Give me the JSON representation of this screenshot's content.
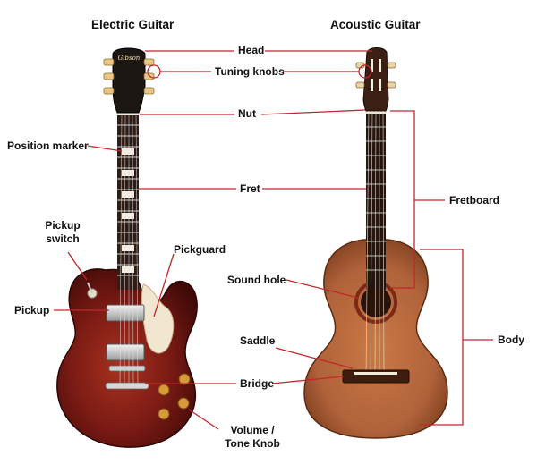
{
  "titles": {
    "electric": "Electric Guitar",
    "acoustic": "Acoustic Guitar"
  },
  "labels": {
    "head": "Head",
    "tuning_knobs": "Tuning knobs",
    "nut": "Nut",
    "position_marker": "Position marker",
    "fret": "Fret",
    "fretboard": "Fretboard",
    "pickup_switch_line1": "Pickup",
    "pickup_switch_line2": "switch",
    "pickguard": "Pickguard",
    "pickup": "Pickup",
    "sound_hole": "Sound hole",
    "saddle": "Saddle",
    "body": "Body",
    "bridge": "Bridge",
    "volume_tone_line1": "Volume /",
    "volume_tone_line2": "Tone Knob"
  },
  "brand_logo": "Gibson",
  "colors": {
    "leader_line": "#c0282d",
    "electric_body": "#7a1a14",
    "electric_body_dark": "#4a0b08",
    "pickguard": "#f1e6cf",
    "acoustic_body": "#b5683a",
    "acoustic_body_dark": "#8a4a26",
    "fretboard": "#2e1d16",
    "headstock_dark": "#1b1612",
    "acoustic_head": "#3a1f12",
    "chrome": "#d7d7d7",
    "knob_gold": "#d79a3a"
  }
}
